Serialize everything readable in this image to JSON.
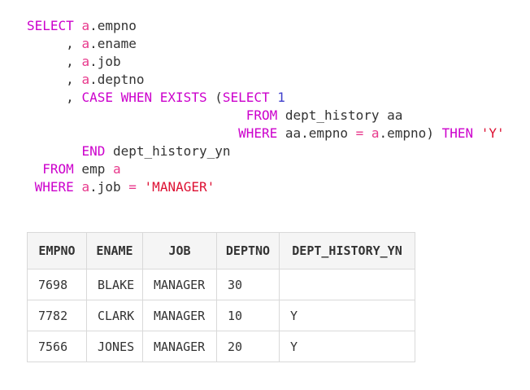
{
  "sql": {
    "colors": {
      "keyword": "#cc00cc",
      "alias": "#e8398c",
      "operator": "#e8398c",
      "string": "#dd1133",
      "number": "#4040cc",
      "plain": "#333333"
    },
    "lines": [
      [
        {
          "t": "SELECT",
          "c": "kw"
        },
        {
          "t": " ",
          "c": "pl"
        },
        {
          "t": "a",
          "c": "al"
        },
        {
          "t": ".empno",
          "c": "pl"
        }
      ],
      [
        {
          "t": "     , ",
          "c": "pl"
        },
        {
          "t": "a",
          "c": "al"
        },
        {
          "t": ".ename",
          "c": "pl"
        }
      ],
      [
        {
          "t": "     , ",
          "c": "pl"
        },
        {
          "t": "a",
          "c": "al"
        },
        {
          "t": ".job",
          "c": "pl"
        }
      ],
      [
        {
          "t": "     , ",
          "c": "pl"
        },
        {
          "t": "a",
          "c": "al"
        },
        {
          "t": ".deptno",
          "c": "pl"
        }
      ],
      [
        {
          "t": "     , ",
          "c": "pl"
        },
        {
          "t": "CASE",
          "c": "kw"
        },
        {
          "t": " ",
          "c": "pl"
        },
        {
          "t": "WHEN",
          "c": "kw"
        },
        {
          "t": " ",
          "c": "pl"
        },
        {
          "t": "EXISTS",
          "c": "kw"
        },
        {
          "t": " (",
          "c": "pl"
        },
        {
          "t": "SELECT",
          "c": "kw"
        },
        {
          "t": " ",
          "c": "pl"
        },
        {
          "t": "1",
          "c": "num"
        }
      ],
      [
        {
          "t": "                            ",
          "c": "pl"
        },
        {
          "t": "FROM",
          "c": "kw"
        },
        {
          "t": " dept_history aa",
          "c": "pl"
        }
      ],
      [
        {
          "t": "                           ",
          "c": "pl"
        },
        {
          "t": "WHERE",
          "c": "kw"
        },
        {
          "t": " aa.empno ",
          "c": "pl"
        },
        {
          "t": "=",
          "c": "op"
        },
        {
          "t": " ",
          "c": "pl"
        },
        {
          "t": "a",
          "c": "al"
        },
        {
          "t": ".empno) ",
          "c": "pl"
        },
        {
          "t": "THEN",
          "c": "kw"
        },
        {
          "t": " ",
          "c": "pl"
        },
        {
          "t": "'Y'",
          "c": "str"
        }
      ],
      [
        {
          "t": "       ",
          "c": "pl"
        },
        {
          "t": "END",
          "c": "kw"
        },
        {
          "t": " dept_history_yn",
          "c": "pl"
        }
      ],
      [
        {
          "t": "  ",
          "c": "pl"
        },
        {
          "t": "FROM",
          "c": "kw"
        },
        {
          "t": " emp ",
          "c": "pl"
        },
        {
          "t": "a",
          "c": "al"
        }
      ],
      [
        {
          "t": " ",
          "c": "pl"
        },
        {
          "t": "WHERE",
          "c": "kw"
        },
        {
          "t": " ",
          "c": "pl"
        },
        {
          "t": "a",
          "c": "al"
        },
        {
          "t": ".job ",
          "c": "pl"
        },
        {
          "t": "=",
          "c": "op"
        },
        {
          "t": " ",
          "c": "pl"
        },
        {
          "t": "'MANAGER'",
          "c": "str"
        }
      ]
    ]
  },
  "table": {
    "columns": [
      "EMPNO",
      "ENAME",
      "JOB",
      "DEPTNO",
      "DEPT_HISTORY_YN"
    ],
    "rows": [
      [
        "7698",
        "BLAKE",
        "MANAGER",
        "30",
        ""
      ],
      [
        "7782",
        "CLARK",
        "MANAGER",
        "10",
        "Y"
      ],
      [
        "7566",
        "JONES",
        "MANAGER",
        "20",
        "Y"
      ]
    ]
  }
}
